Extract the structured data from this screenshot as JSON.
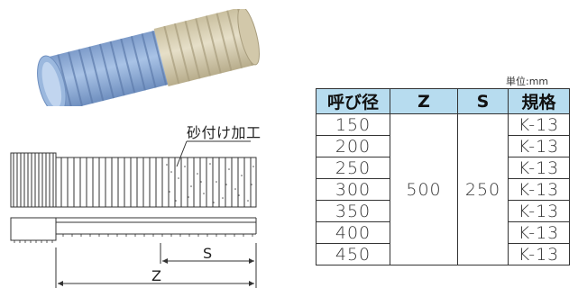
{
  "photo": {
    "icon": "corrugated-pipe-photo"
  },
  "drawing": {
    "callout": "砂付け加工",
    "label_s": "S",
    "label_z": "Z"
  },
  "table": {
    "unit": "単位:mm",
    "headers": [
      "呼び径",
      "Z",
      "S",
      "規格"
    ],
    "sizes": [
      "150",
      "200",
      "250",
      "300",
      "350",
      "400",
      "450"
    ],
    "z_value": "500",
    "s_value": "250",
    "standard": [
      "K-13",
      "K-13",
      "K-13",
      "K-13",
      "K-13",
      "K-13",
      "K-13"
    ]
  },
  "colors": {
    "pipe_blue": "#8fb0d8",
    "sand": "#d8cfb2",
    "header_bg": "#b7dcef"
  }
}
